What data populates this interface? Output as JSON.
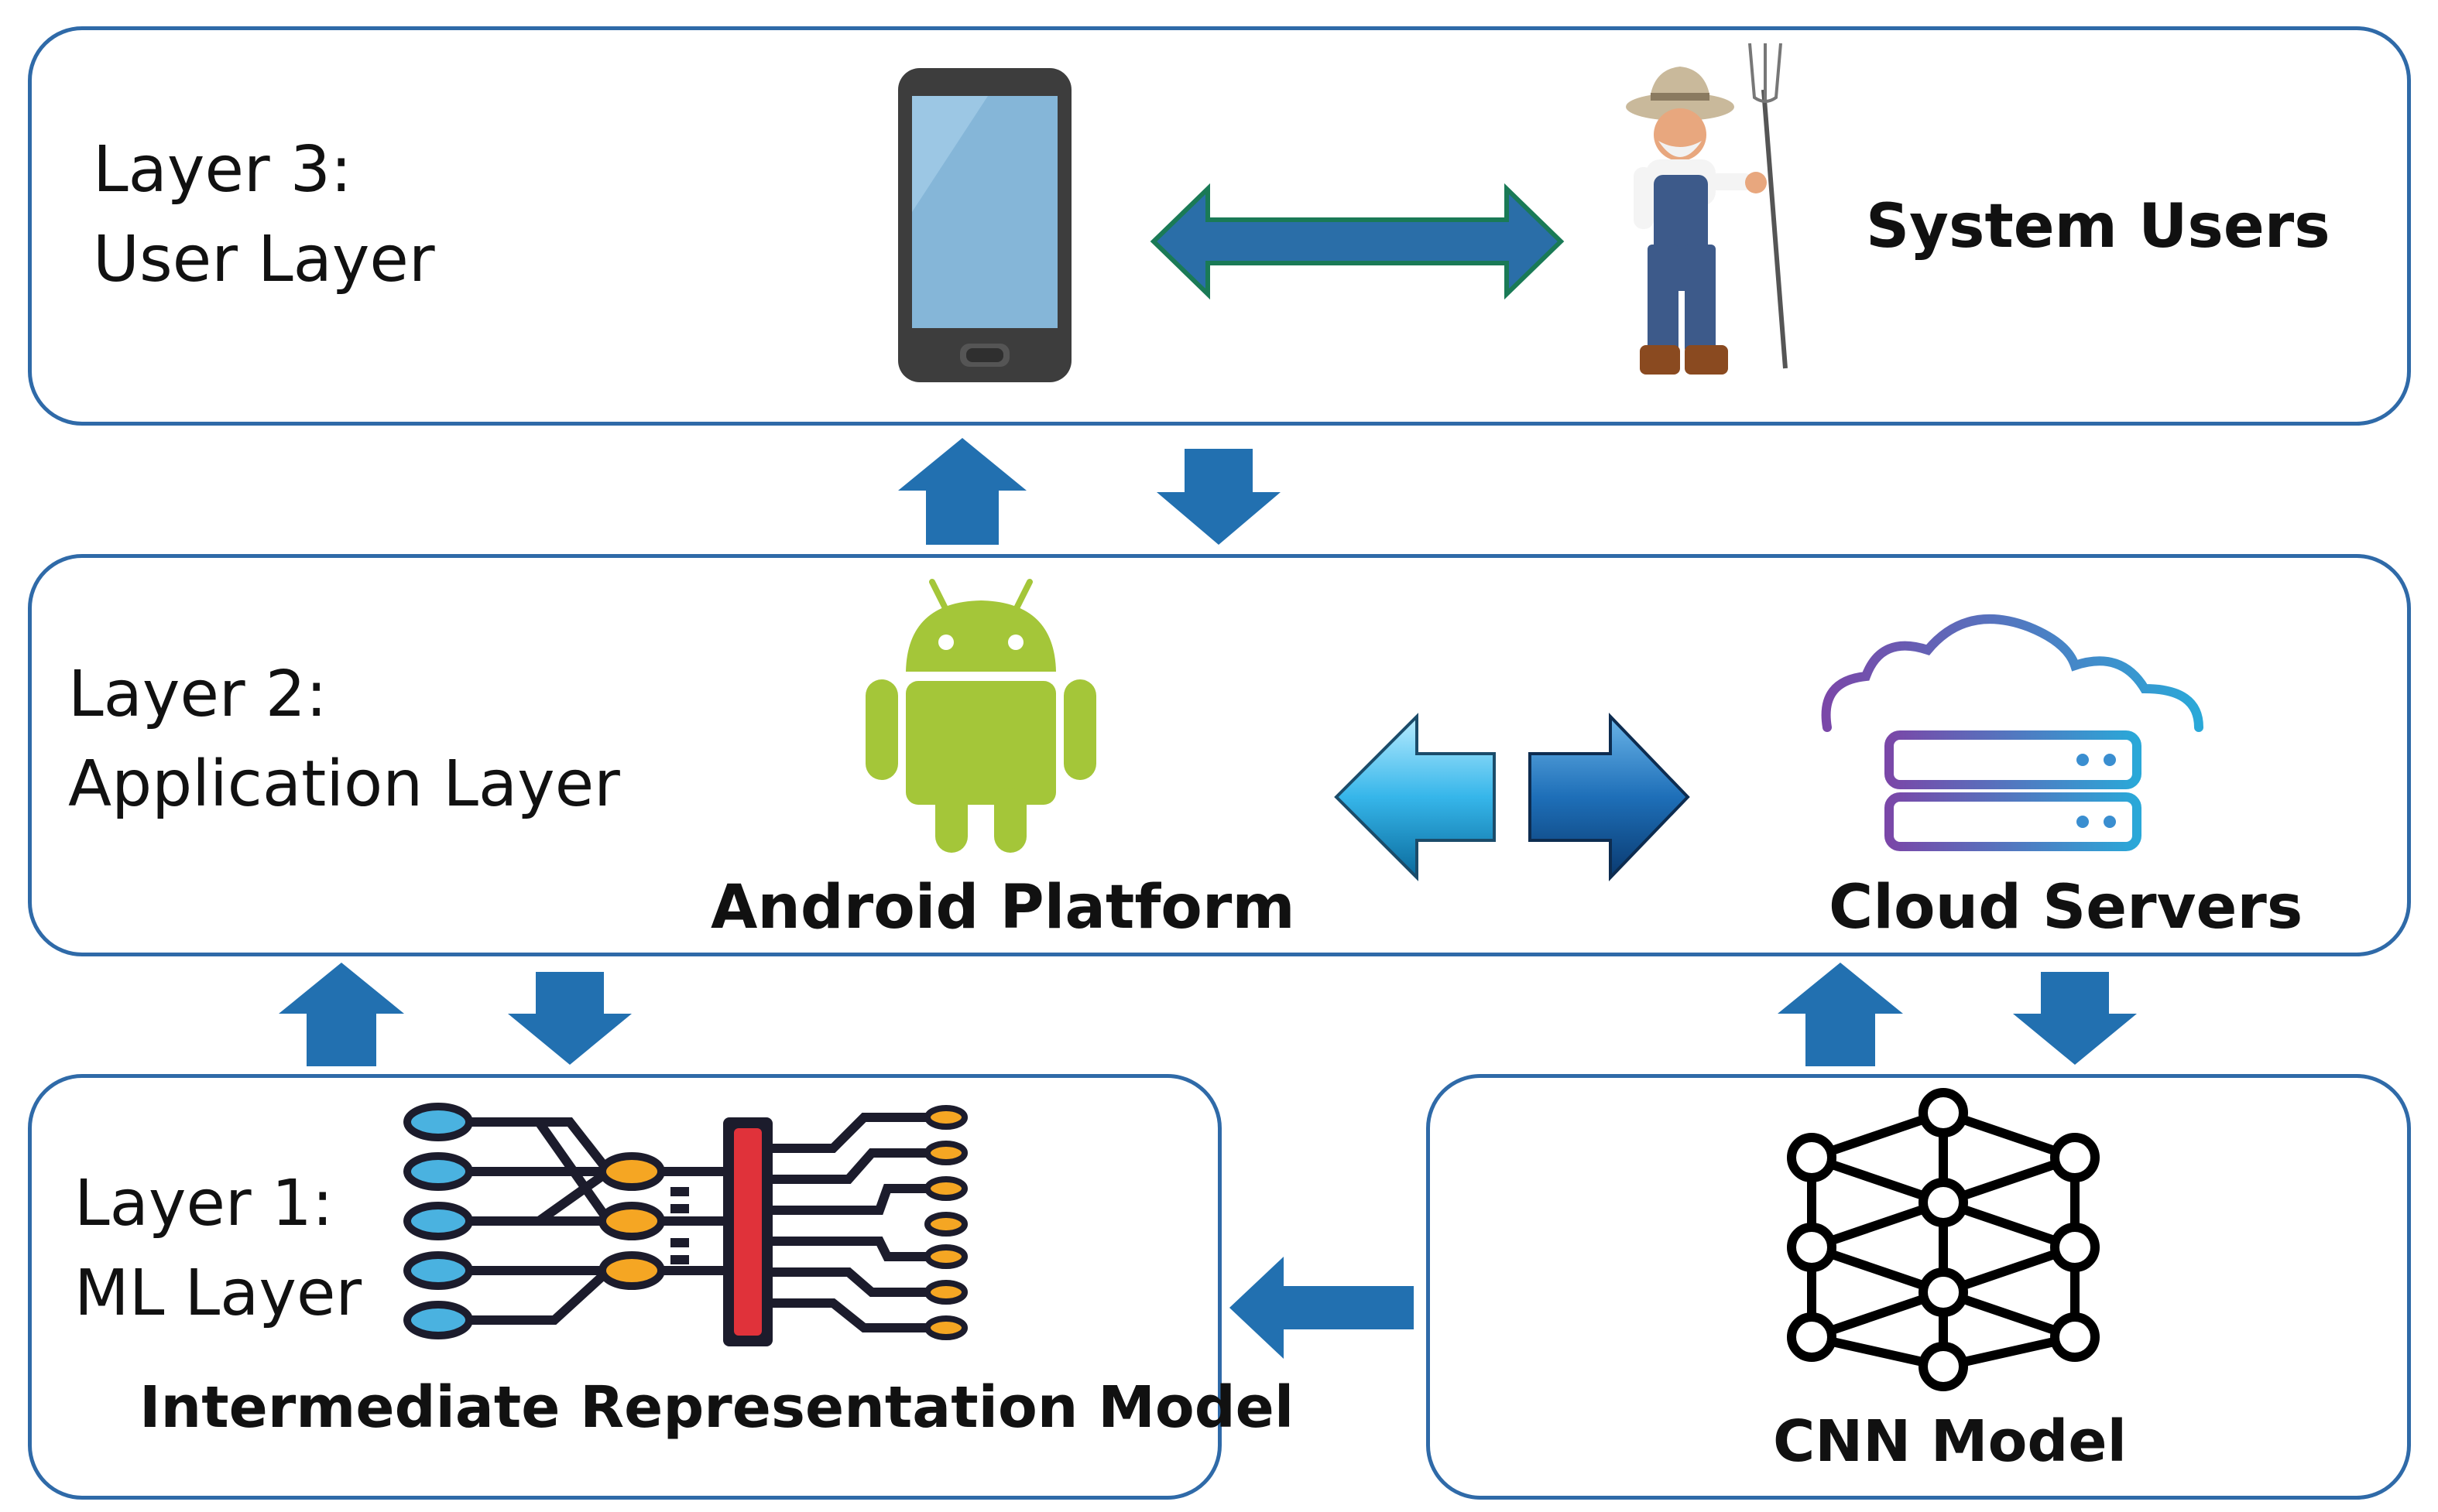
{
  "layer3": {
    "title_line1": "Layer 3:",
    "title_line2": "User Layer",
    "users_label": "System Users"
  },
  "layer2": {
    "title_line1": "Layer 2:",
    "title_line2": "Application Layer",
    "android_label": "Android Platform",
    "cloud_label": "Cloud Servers"
  },
  "layer1": {
    "title_line1": "Layer 1:",
    "title_line2": "ML Layer",
    "ir_label": "Intermediate Representation Model"
  },
  "cnn": {
    "label": "CNN Model"
  },
  "icons": [
    "smartphone-icon",
    "farmer-icon",
    "android-icon",
    "cloud-server-icon",
    "circuit-network-icon",
    "neural-network-icon"
  ],
  "colors": {
    "box_border": "#2f6aa8",
    "arrow_fill": "#2270b0",
    "android_green": "#a4c639",
    "bidirectional_arrow_fill": "#2a6ea8",
    "bidirectional_arrow_stroke": "#1a7a56"
  }
}
